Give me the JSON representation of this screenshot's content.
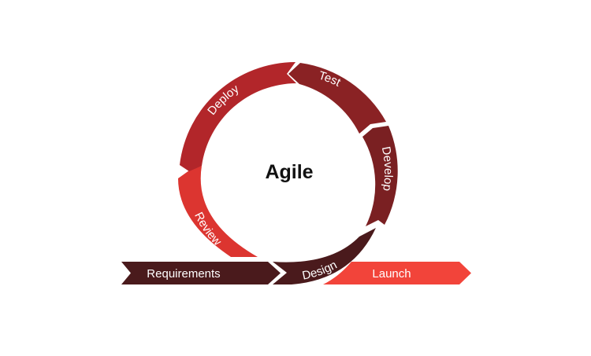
{
  "diagram": {
    "center_label": "Agile",
    "flow": {
      "requirements": "Requirements",
      "launch": "Launch"
    },
    "cycle": {
      "design": "Design",
      "develop": "Develop",
      "test": "Test",
      "deploy": "Deploy",
      "review": "Review"
    },
    "colors": {
      "requirements": "#4a1a1c",
      "design": "#4a1a1c",
      "develop": "#7a2022",
      "test": "#8a2224",
      "deploy": "#b2262a",
      "review": "#dc3530",
      "launch": "#f2443a"
    }
  }
}
